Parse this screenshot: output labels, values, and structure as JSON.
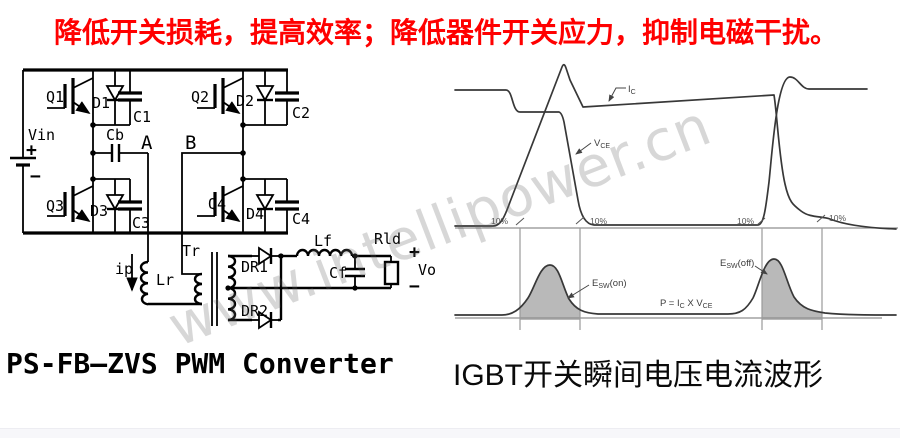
{
  "title": "降低开关损耗，提高效率；降低器件开关应力，抑制电磁干扰。",
  "watermark": "www.intellipower.cn",
  "colors": {
    "title_red": "#ff0000",
    "circuit_line": "#000000",
    "wave_line": "#383838",
    "grid_gray": "#9a9a9a",
    "shade_gray": "#b9b9b9",
    "watermark_gray": "rgba(100,100,100,0.26)"
  },
  "circuit": {
    "caption": "PS-FB—ZVS PWM Converter",
    "source": {
      "vin": "Vin",
      "plus": "+",
      "minus": "−"
    },
    "switches": {
      "q1": "Q1",
      "q2": "Q2",
      "q3": "Q3",
      "q4": "Q4"
    },
    "diodes": {
      "d1": "D1",
      "d2": "D2",
      "d3": "D3",
      "d4": "D4"
    },
    "caps": {
      "c1": "C1",
      "c2": "C2",
      "c3": "C3",
      "c4": "C4"
    },
    "blocking_cap": "Cb",
    "nodes": {
      "a": "A",
      "b": "B"
    },
    "primary": {
      "ip": "ip",
      "lr": "Lr",
      "tr": "Tr"
    },
    "rectifier": {
      "dr1": "DR1",
      "dr2": "DR2"
    },
    "output": {
      "lf": "Lf",
      "cf": "Cf",
      "rld": "Rld",
      "vo": "Vo",
      "plus": "+",
      "minus": "−"
    }
  },
  "waveform": {
    "caption": "IGBT开关瞬间电压电流波形",
    "ic": {
      "base": "I",
      "sub": "C"
    },
    "vce": {
      "base": "V",
      "sub": "CE"
    },
    "esw_on": {
      "base": "E",
      "sub": "SW",
      "suffix": "(on)"
    },
    "esw_off": {
      "base": "E",
      "sub": "SW",
      "suffix": "(off)"
    },
    "power": {
      "p1": "P = I",
      "s1": "C",
      "p2": " X V",
      "s2": "CE"
    },
    "pct": [
      "10%",
      "10%",
      "10%",
      "10%"
    ]
  }
}
